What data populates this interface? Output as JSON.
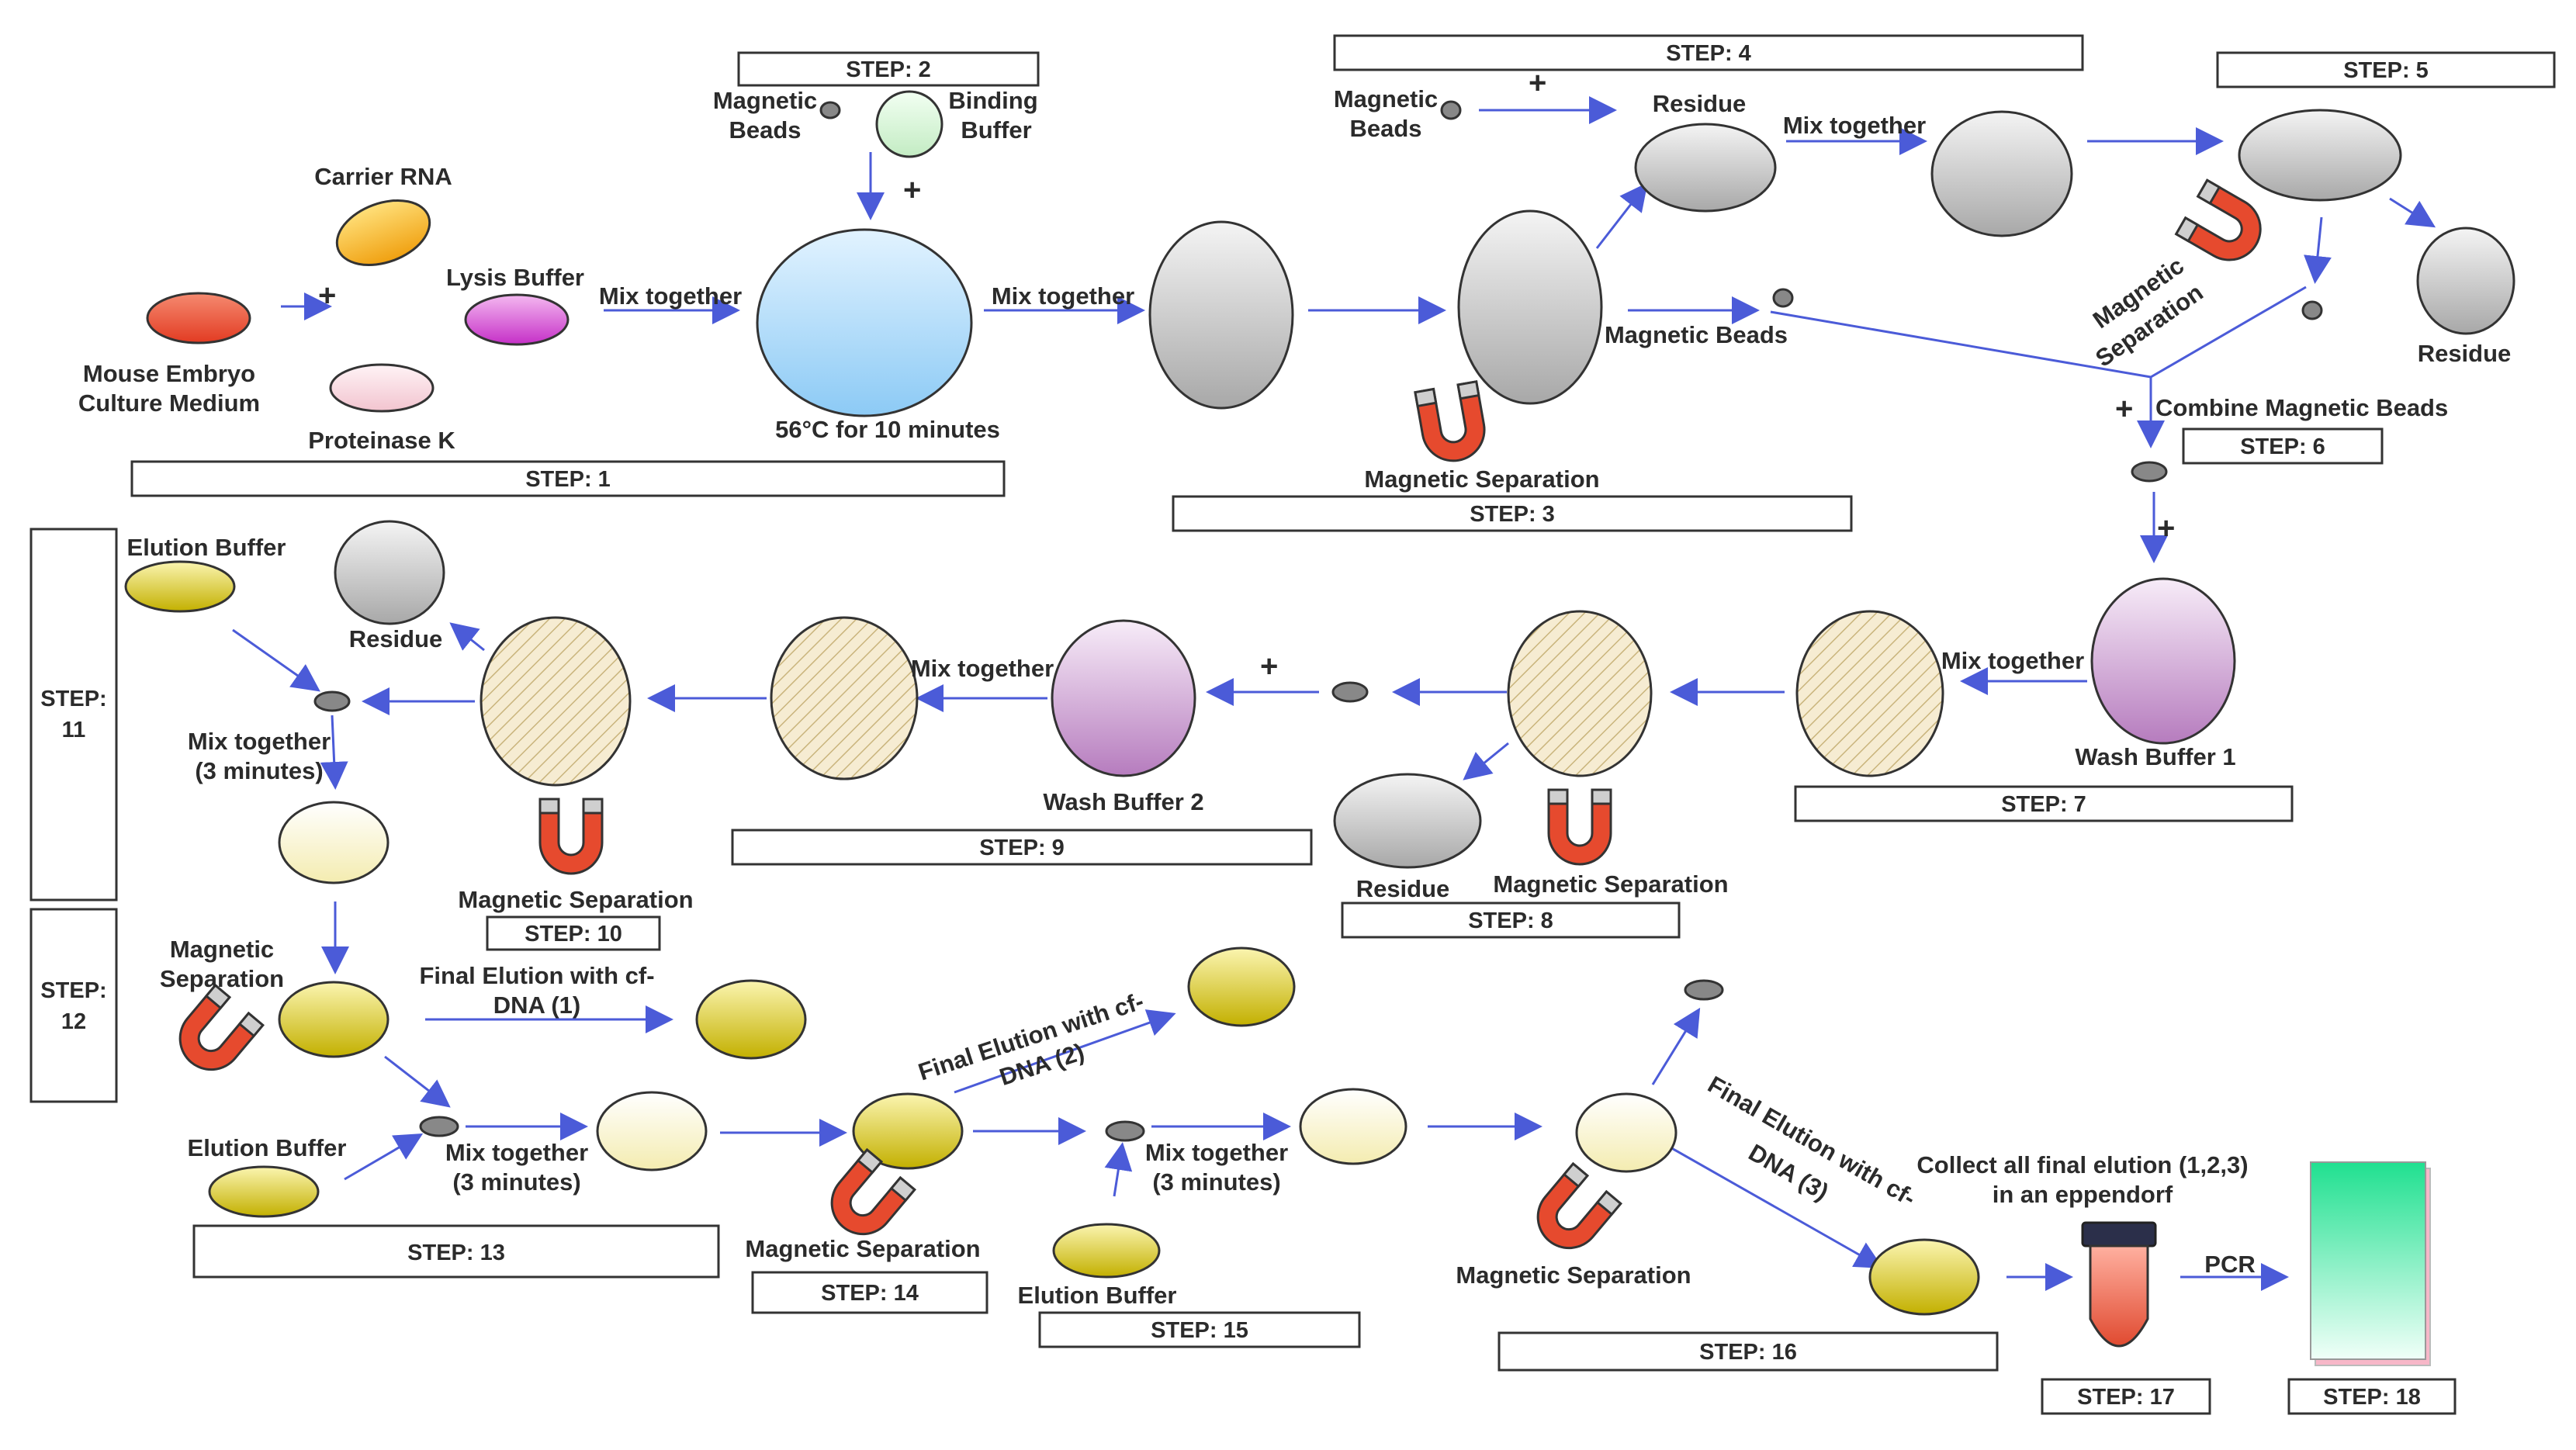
{
  "steps": {
    "s1": "STEP: 1",
    "s2": "STEP: 2",
    "s3": "STEP: 3",
    "s4": "STEP: 4",
    "s5": "STEP: 5",
    "s6": "STEP: 6",
    "s7": "STEP: 7",
    "s8": "STEP: 8",
    "s9": "STEP: 9",
    "s10": "STEP: 10",
    "s11a": "STEP:",
    "s11b": "11",
    "s12a": "STEP:",
    "s12b": "12",
    "s13": "STEP: 13",
    "s14": "STEP: 14",
    "s15": "STEP: 15",
    "s16": "STEP: 16",
    "s17": "STEP: 17",
    "s18": "STEP: 18"
  },
  "labels": {
    "mouse_embryo_1": "Mouse Embryo",
    "mouse_embryo_2": "Culture Medium",
    "carrier_rna": "Carrier RNA",
    "lysis_buffer": "Lysis Buffer",
    "proteinase_k": "Proteinase K",
    "magnetic": "Magnetic",
    "beads": "Beads",
    "binding": "Binding",
    "buffer": "Buffer",
    "incubation": "56°C for 10 minutes",
    "mix_together": "Mix together",
    "residue": "Residue",
    "magnetic_beads": "Magnetic Beads",
    "magnetic_separation": "Magnetic Separation",
    "separation": "Separation",
    "combine_beads": "Combine Magnetic Beads",
    "wash_buffer_1": "Wash Buffer 1",
    "wash_buffer_2": "Wash Buffer 2",
    "elution_buffer": "Elution Buffer",
    "three_minutes": "(3 minutes)",
    "mix_together_3min": "(3 minutes)",
    "final_elution_1a": "Final Elution with cf-",
    "final_elution_1b": "DNA (1)",
    "final_elution_2a": "Final Elution with cf-",
    "final_elution_2b": "DNA (2)",
    "final_elution_3a": "Final Elution with cf-",
    "final_elution_3b": "DNA (3)",
    "collect_1": "Collect all final elution (1,2,3)",
    "collect_2": "in an eppendorf",
    "pcr": "PCR",
    "plus": "+"
  },
  "colors": {
    "arrow": "#4b5bd8",
    "embryo_medium": "#f0573a",
    "carrier_rna": "#f5b21c",
    "lysis_buffer": "#d65ad8",
    "proteinase_k": "#f8d7df",
    "binding_buffer": "#d8f5d8",
    "lysate": "#a9d8f8",
    "gray_tube": "#c9c9c9",
    "wash_buffer": "#b98ec0",
    "elution_buffer": "#cdbf1d",
    "pale_yellow": "#fbf6c8",
    "pcr_plate": "#2fe39a",
    "magnet_red": "#e64a2e"
  }
}
